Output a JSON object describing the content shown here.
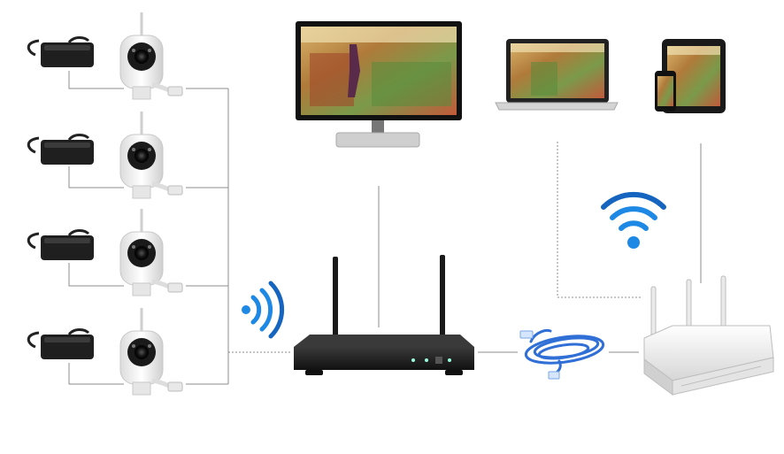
{
  "diagram": {
    "cameras": [
      {
        "id": "camera-1",
        "label": ""
      },
      {
        "id": "camera-2",
        "label": ""
      },
      {
        "id": "camera-3",
        "label": ""
      },
      {
        "id": "camera-4",
        "label": ""
      }
    ],
    "displays": [
      {
        "id": "monitor",
        "icon": "monitor-icon"
      },
      {
        "id": "laptop",
        "icon": "laptop-icon"
      },
      {
        "id": "tablet",
        "icon": "tablet-icon"
      }
    ],
    "nvr": {
      "icon": "wireless-nvr-icon"
    },
    "router": {
      "icon": "wifi-router-icon"
    },
    "cable": {
      "icon": "ethernet-cable-icon"
    },
    "signals": [
      "wifi-signal-camera-link",
      "wifi-signal-router"
    ]
  },
  "colors": {
    "line": "#8c8c8c",
    "signal": "#1e88e5",
    "signal_dark": "#1565c0",
    "device_black": "#1f1f1f",
    "camera_white": "#f4f4f4",
    "router_white": "#eeeeee",
    "cable_blue": "#2f6fd6"
  }
}
